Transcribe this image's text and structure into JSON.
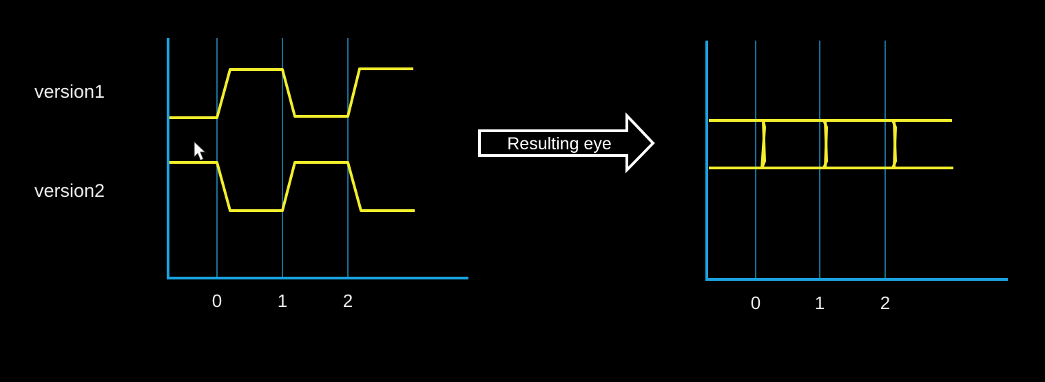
{
  "colors": {
    "background": "#000000",
    "axis": "#1aa3e0",
    "gridline": "#1b6f97",
    "signal": "#f2ee2c",
    "text": "#ececec",
    "arrow_fill": "#000000",
    "arrow_stroke": "#ffffff"
  },
  "left_panel": {
    "row_labels": [
      "version1",
      "version2"
    ],
    "ticks": [
      "0",
      "1",
      "2"
    ]
  },
  "arrow": {
    "label": "Resulting eye"
  },
  "right_panel": {
    "ticks": [
      "0",
      "1",
      "2"
    ]
  },
  "cursor": {
    "icon": "mouse-pointer-icon"
  }
}
